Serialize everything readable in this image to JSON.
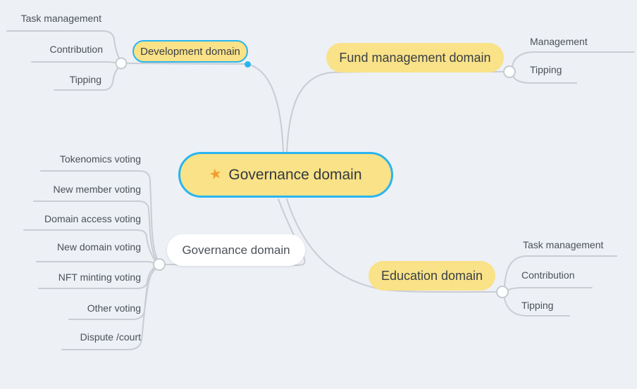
{
  "app": {
    "type": "mindmap-editor",
    "background_color": "#EDF0F5"
  },
  "colors": {
    "node_yellow": "#F9E287",
    "selection_cyan": "#29B5EF",
    "line_gray": "#C9CDD3",
    "node_text": "#3A3F46",
    "label_text": "#4B5158",
    "star_orange": "#F49D2E",
    "white_node": "#FFFFFF"
  },
  "icons": {
    "star_glyph": "★"
  },
  "root": {
    "label": "Governance domain"
  },
  "branches": [
    {
      "id": "development",
      "label": "Development domain",
      "selected": true,
      "children": [
        "Task management",
        "Contribution",
        "Tipping"
      ]
    },
    {
      "id": "fund-management",
      "label": "Fund management domain",
      "selected": false,
      "children": [
        "Management",
        "Tipping"
      ]
    },
    {
      "id": "governance",
      "label": "Governance domain",
      "selected": false,
      "children": [
        "Tokenomics voting",
        "New member voting",
        "Domain access voting",
        "New domain voting",
        "NFT minting voting",
        "Other voting",
        "Dispute /court"
      ]
    },
    {
      "id": "education",
      "label": "Education domain",
      "selected": false,
      "children": [
        "Task management",
        "Contribution",
        "Tipping"
      ]
    }
  ]
}
